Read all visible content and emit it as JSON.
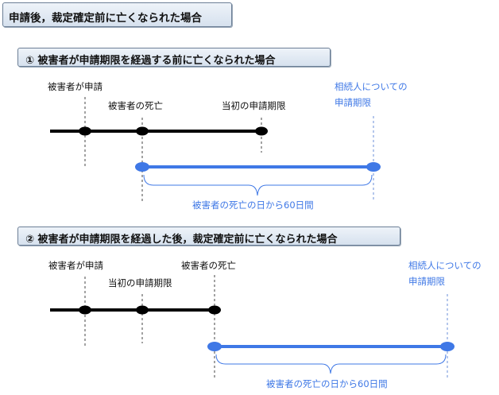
{
  "main_title": "申請後，裁定確定前に亡くなられた場合",
  "section1": {
    "title": "①  被害者が申請期限を経過する前に亡くなられた場合",
    "label_application": "被害者が申請",
    "label_death": "被害者の死亡",
    "label_original_deadline": "当初の申請期限",
    "label_heir_deadline_line1": "相続人についての",
    "label_heir_deadline_line2": "申請期限",
    "period_label": "被害者の死亡の日から60日間"
  },
  "section2": {
    "title": "②  被害者が申請期限を経過した後，裁定確定前に亡くなられた場合",
    "label_application": "被害者が申請",
    "label_original_deadline": "当初の申請期限",
    "label_death": "被害者の死亡",
    "label_heir_deadline_line1": "相続人についての",
    "label_heir_deadline_line2": "申請期限",
    "period_label": "被害者の死亡の日から60日間"
  },
  "colors": {
    "timeline": "#000000",
    "heir_period": "#3f78e6",
    "brace": "#3f78e6",
    "dashed": "#444444"
  }
}
